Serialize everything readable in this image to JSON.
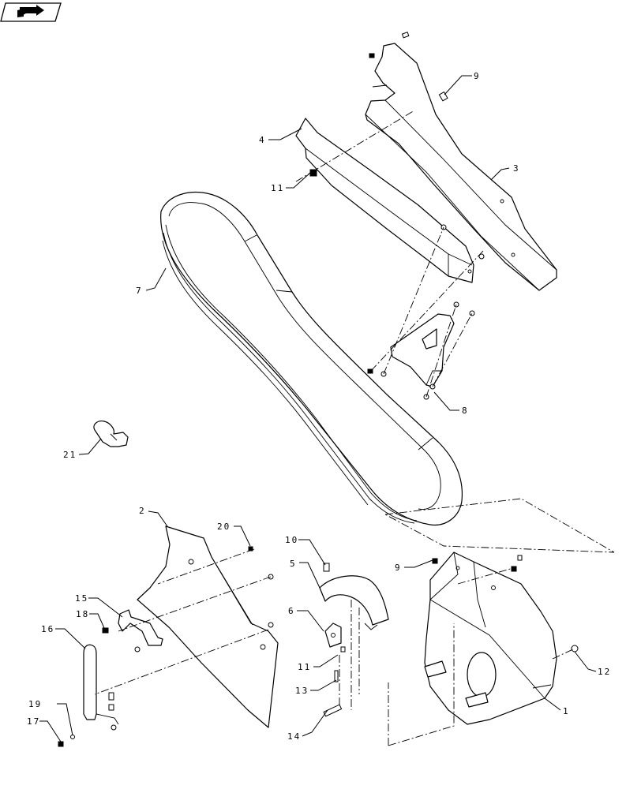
{
  "nav_icon": "page-forward-arrow-icon",
  "callouts": {
    "c1": "1",
    "c2": "2",
    "c3": "3",
    "c4": "4",
    "c5": "5",
    "c6": "6",
    "c7": "7",
    "c8": "8",
    "c9a": "9",
    "c9b": "9",
    "c10": "10",
    "c11a": "11",
    "c11b": "11",
    "c12": "12",
    "c13": "13",
    "c14": "14",
    "c15": "15",
    "c16": "16",
    "c17": "17",
    "c18": "18",
    "c19": "19",
    "c20": "20",
    "c21": "21"
  }
}
